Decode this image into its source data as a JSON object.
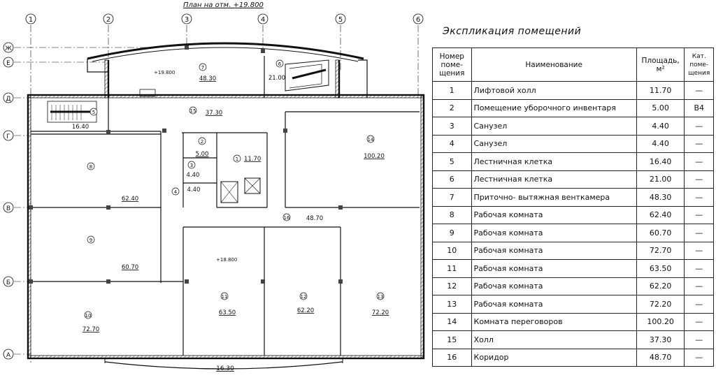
{
  "plan": {
    "title": "План на отм. +19.800",
    "axes_numbers": [
      "1",
      "2",
      "3",
      "4",
      "5",
      "6"
    ],
    "axes_letters": [
      "Ж",
      "Е",
      "Д",
      "Г",
      "В",
      "Б",
      "А"
    ],
    "level_marks": [
      "+19.800",
      "+18.800"
    ],
    "bottom_dimension": "16.30",
    "rooms": [
      {
        "num": "1",
        "area": "11.70"
      },
      {
        "num": "2",
        "area": "5.00"
      },
      {
        "num": "3",
        "area": "4.40"
      },
      {
        "num": "4",
        "area": "4.40"
      },
      {
        "num": "5",
        "area": "16.40"
      },
      {
        "num": "6",
        "area": "21.00"
      },
      {
        "num": "7",
        "area": "48.30"
      },
      {
        "num": "8",
        "area": "62.40"
      },
      {
        "num": "9",
        "area": "60.70"
      },
      {
        "num": "10",
        "area": "72.70"
      },
      {
        "num": "11",
        "area": "63.50"
      },
      {
        "num": "12",
        "area": "62.20"
      },
      {
        "num": "13",
        "area": "72.20"
      },
      {
        "num": "14",
        "area": "100.20"
      },
      {
        "num": "15",
        "area": "37.30"
      },
      {
        "num": "16",
        "area": "48.70"
      }
    ]
  },
  "table": {
    "title": "Экспликация помещений",
    "headers": {
      "num": "Номер поме- щения",
      "name": "Наименование",
      "area": "Площадь, м²",
      "cat": "Кат. поме- щения"
    },
    "rows": [
      {
        "num": "1",
        "name": "Лифтовой холл",
        "area": "11.70",
        "cat": "—"
      },
      {
        "num": "2",
        "name": "Помещение уборочного инвентаря",
        "area": "5.00",
        "cat": "В4"
      },
      {
        "num": "3",
        "name": "Санузел",
        "area": "4.40",
        "cat": "—"
      },
      {
        "num": "4",
        "name": "Санузел",
        "area": "4.40",
        "cat": "—"
      },
      {
        "num": "5",
        "name": "Лестничная клетка",
        "area": "16.40",
        "cat": "—"
      },
      {
        "num": "6",
        "name": "Лестничная клетка",
        "area": "21.00",
        "cat": "—"
      },
      {
        "num": "7",
        "name": "Приточно- вытяжная венткамера",
        "area": "48.30",
        "cat": "—"
      },
      {
        "num": "8",
        "name": "Рабочая комната",
        "area": "62.40",
        "cat": "—"
      },
      {
        "num": "9",
        "name": "Рабочая комната",
        "area": "60.70",
        "cat": "—"
      },
      {
        "num": "10",
        "name": "Рабочая комната",
        "area": "72.70",
        "cat": "—"
      },
      {
        "num": "11",
        "name": "Рабочая комната",
        "area": "63.50",
        "cat": "—"
      },
      {
        "num": "12",
        "name": "Рабочая комната",
        "area": "62.20",
        "cat": "—"
      },
      {
        "num": "13",
        "name": "Рабочая комната",
        "area": "72.20",
        "cat": "—"
      },
      {
        "num": "14",
        "name": "Комната переговоров",
        "area": "100.20",
        "cat": "—"
      },
      {
        "num": "15",
        "name": "Холл",
        "area": "37.30",
        "cat": "—"
      },
      {
        "num": "16",
        "name": "Коридор",
        "area": "48.70",
        "cat": "—"
      }
    ]
  }
}
